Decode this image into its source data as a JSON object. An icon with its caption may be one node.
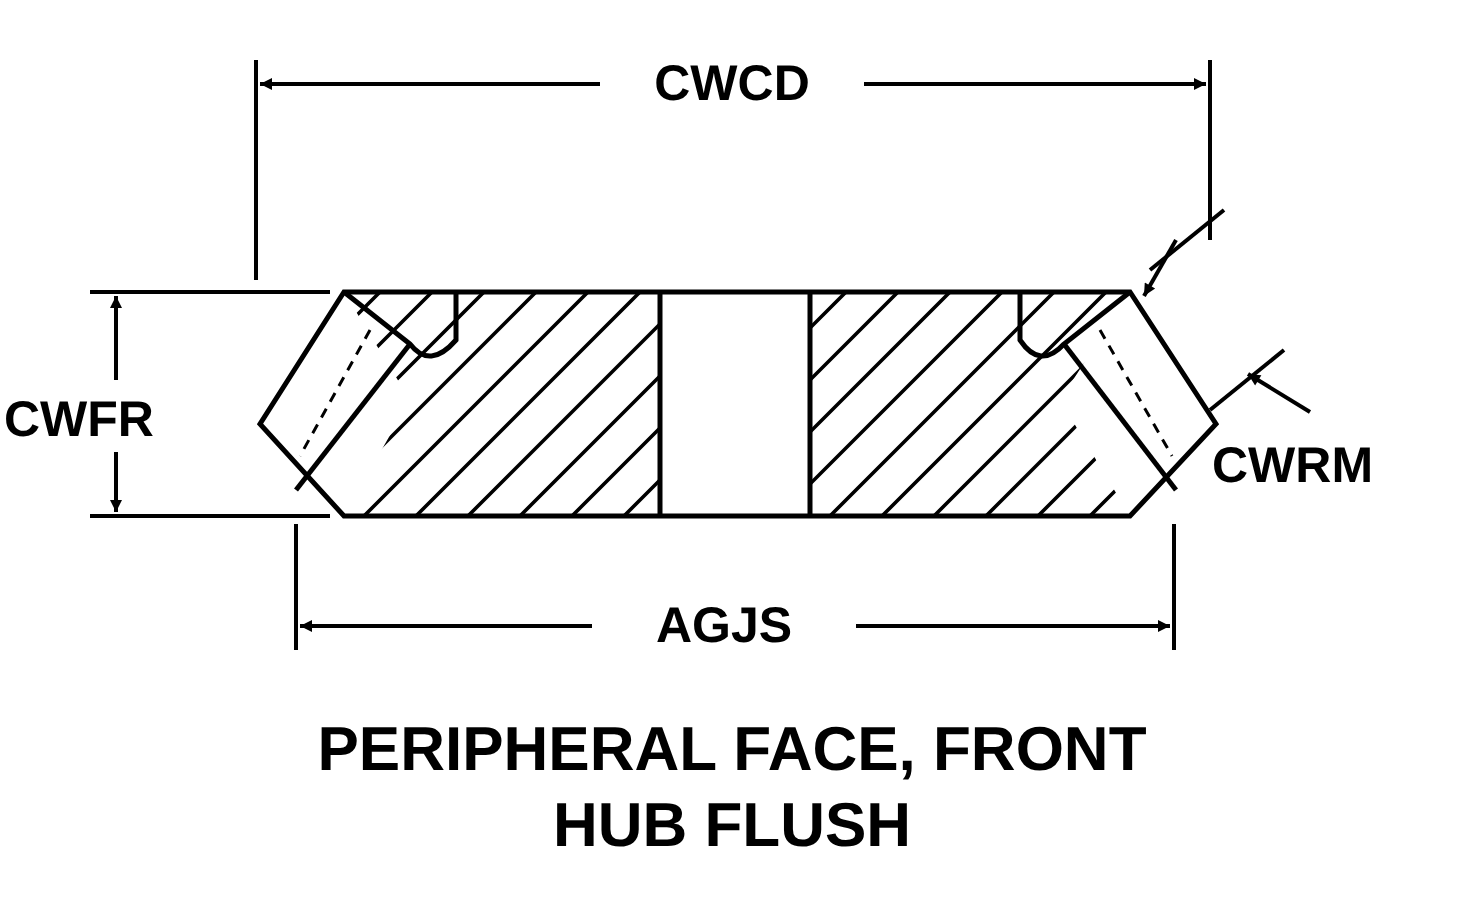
{
  "diagram": {
    "caption": "PERIPHERAL FACE, FRONT HUB FLUSH",
    "labels": [
      "CWCD",
      "CWFR",
      "CWRM",
      "AGJS"
    ]
  }
}
